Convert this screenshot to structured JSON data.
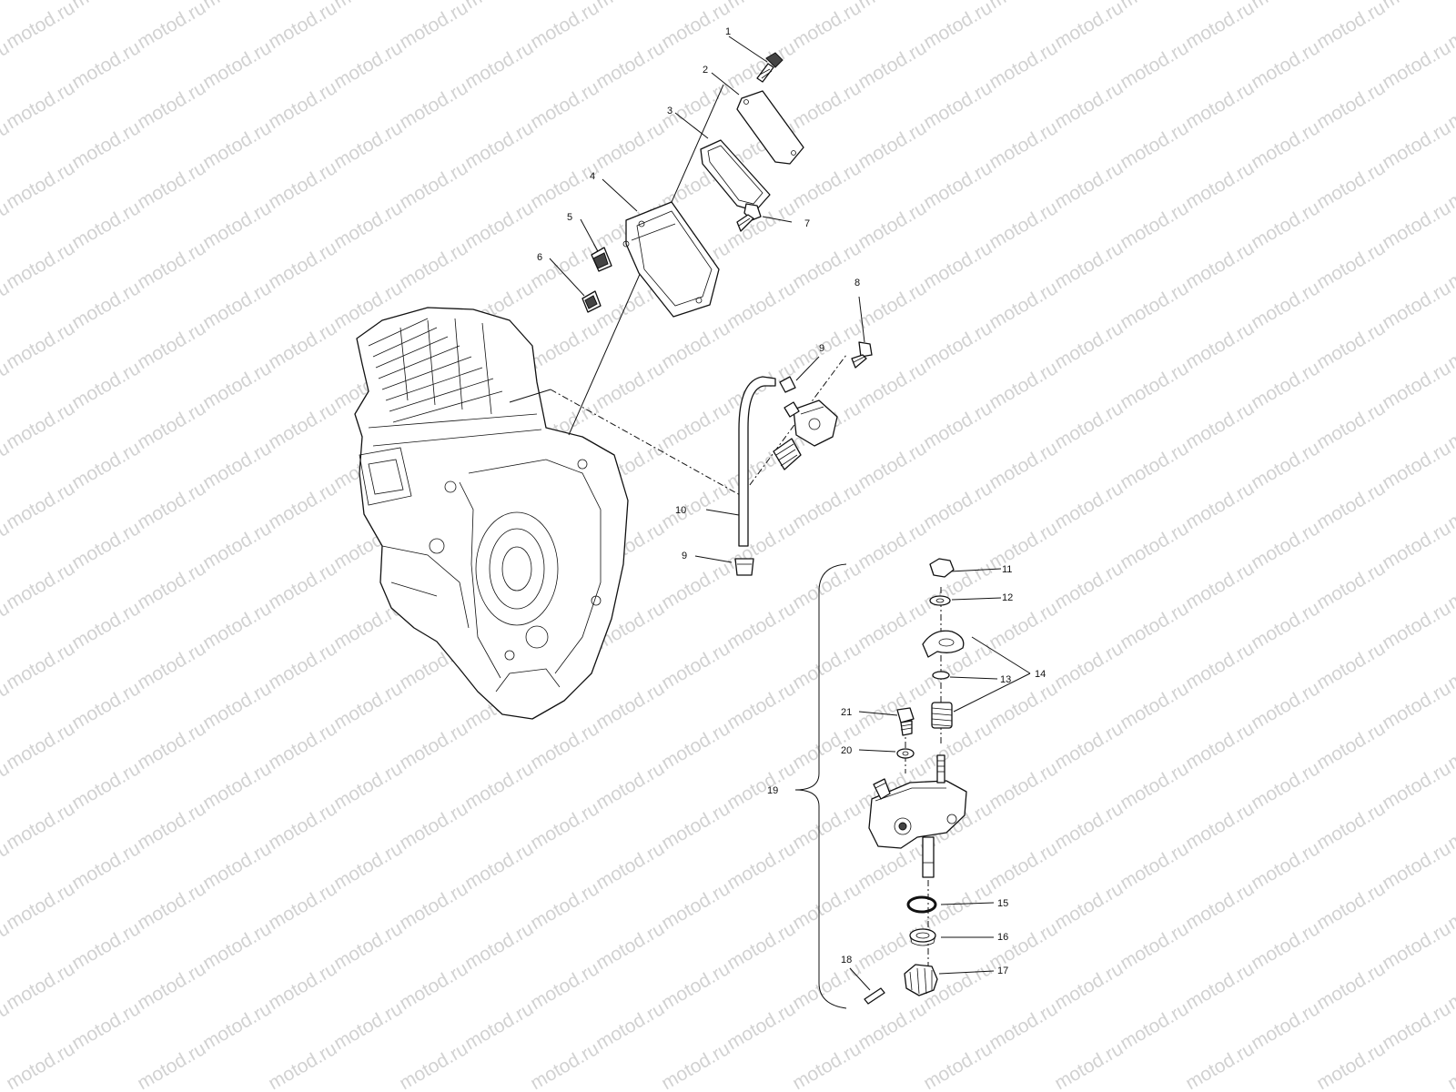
{
  "watermark": "motod.ru",
  "callouts": [
    "1",
    "2",
    "3",
    "4",
    "5",
    "6",
    "7",
    "8",
    "9",
    "10",
    "9",
    "11",
    "12",
    "13",
    "14",
    "21",
    "20",
    "19",
    "15",
    "16",
    "18",
    "17"
  ]
}
